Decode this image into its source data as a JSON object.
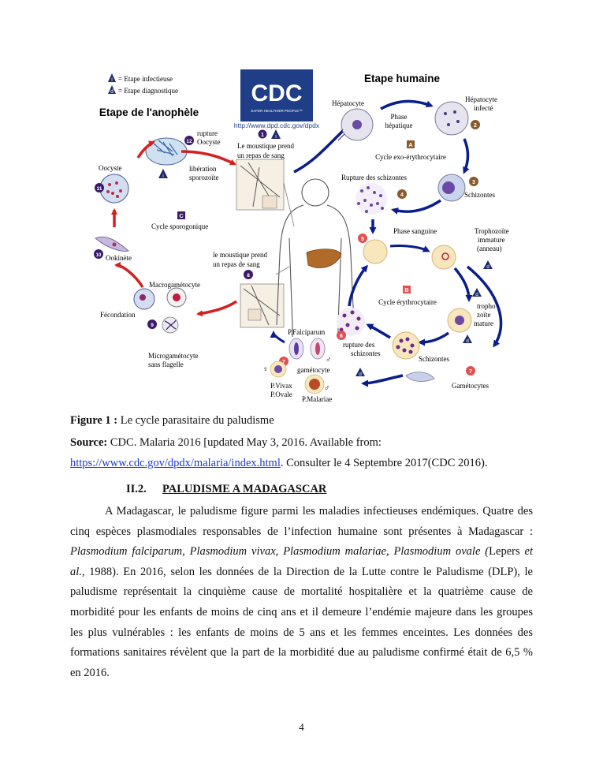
{
  "figure": {
    "legend": {
      "infective": "= Etape infectieuse",
      "diagnostic": "= Etape diagnostique",
      "infective_marker": "i",
      "diagnostic_marker": "d"
    },
    "logo": {
      "text": "CDC",
      "tagline": "SAFER·HEALTHIER·PEOPLE™",
      "url": "http://www.dpd.cdc.gov/dpdx"
    },
    "titles": {
      "mosquito": "Etape de l'anophèle",
      "human": "Etape humaine"
    },
    "mosquito_stage": {
      "rupture": [
        "rupture",
        "Oocyste"
      ],
      "liberation": [
        "libération",
        "sporozoïte"
      ],
      "oocyste": "Oocyste",
      "cycle_code": "C",
      "cycle": "Cycle sporogonique",
      "ookinete": "Ookinète",
      "macrogametocyte": "Macrogamétocyte",
      "fecondation": "Fécondation",
      "microgametocyte": [
        "Microgamétocyte",
        "sans flagelle"
      ]
    },
    "blood_meal_1": [
      "Le moustique prend",
      "un repas de sang"
    ],
    "blood_meal_2": [
      "le moustique prend",
      "un repas de sang"
    ],
    "liver_stage": {
      "hepatocyte": "Hépatocyte",
      "phase": [
        "Phase",
        "hépatique"
      ],
      "infected": [
        "Hépatocyte",
        "infecté"
      ],
      "cycle_code": "A",
      "cycle": "Cycle exo-érythrocytaire",
      "rupture": "Rupture des schizontes",
      "schizontes": "Schizontes"
    },
    "blood_stage": {
      "phase": "Phase sanguine",
      "trophozoite_immature": [
        "Trophozoïte",
        "immature",
        "(anneau)"
      ],
      "cycle_code": "B",
      "cycle": "Cycle érythrocytaire",
      "trophozoite_mature": [
        "tropho",
        "zoïte",
        "mature"
      ],
      "schizontes": "Schizontes",
      "rupture": [
        "rupture des",
        "schizontes"
      ],
      "gametocytes": "Gamétocytes",
      "falciparum": "P.Falciparum",
      "gametocyte": "gamétocyte",
      "vivax": "P.Vivax",
      "ovale": "P.Ovale",
      "malariae": "P.Malariae",
      "female": "♀",
      "male": "♂"
    },
    "steps": {
      "s1": "1",
      "s2": "2",
      "s3": "3",
      "s4": "4",
      "s5": "5",
      "s6": "6",
      "s7": "7",
      "s8": "8",
      "s9": "9",
      "s10": "10",
      "s11": "11",
      "s12": "12"
    },
    "colors": {
      "cdc_blue": "#1f3e87",
      "arrow_red": "#d42020",
      "arrow_blue": "#0a1e8a",
      "purple": "#3a1a6a",
      "step_brown": "#8a5a2a",
      "step_red": "#e05050",
      "cell_cream": "#f8e6bc",
      "parasite_purple": "#6a4aa6"
    }
  },
  "caption": {
    "label": "Figure 1 :",
    "text": " Le cycle parasitaire du paludisme"
  },
  "source": {
    "label": "Source:",
    "text": " CDC. Malaria 2016 [updated May 3, 2016. Available from:",
    "link": "https://www.cdc.gov/dpdx/malaria/index.html",
    "after_link": ". Consulter le 4 Septembre 2017(CDC 2016)."
  },
  "section": {
    "number": "II.2.",
    "title": "PALUDISME A MADAGASCAR"
  },
  "paragraph": {
    "p1": "A Madagascar, le paludisme figure parmi les maladies infectieuses endémiques. Quatre des cinq espèces plasmodiales responsables de l’infection humaine sont présentes à Madagascar : ",
    "species": "Plasmodium falciparum, Plasmodium vivax, Plasmodium malariae, Plasmodium ovale (",
    "lepers": "Lepers ",
    "et_al": "et al.,",
    "p2": " 1988). En 2016, selon les données de la Direction de la Lutte contre le Paludisme (DLP), le paludisme représentait la cinquième cause de mortalité hospitalière et la quatrième cause de morbidité pour les enfants de moins de cinq ans et il demeure l’endémie majeure dans les groupes les plus vulnérables : les enfants de moins de 5 ans et les femmes enceintes. Les données des formations sanitaires révèlent que la part de la morbidité due au paludisme confirmé était de 6,5 % en 2016."
  },
  "page_number": "4"
}
